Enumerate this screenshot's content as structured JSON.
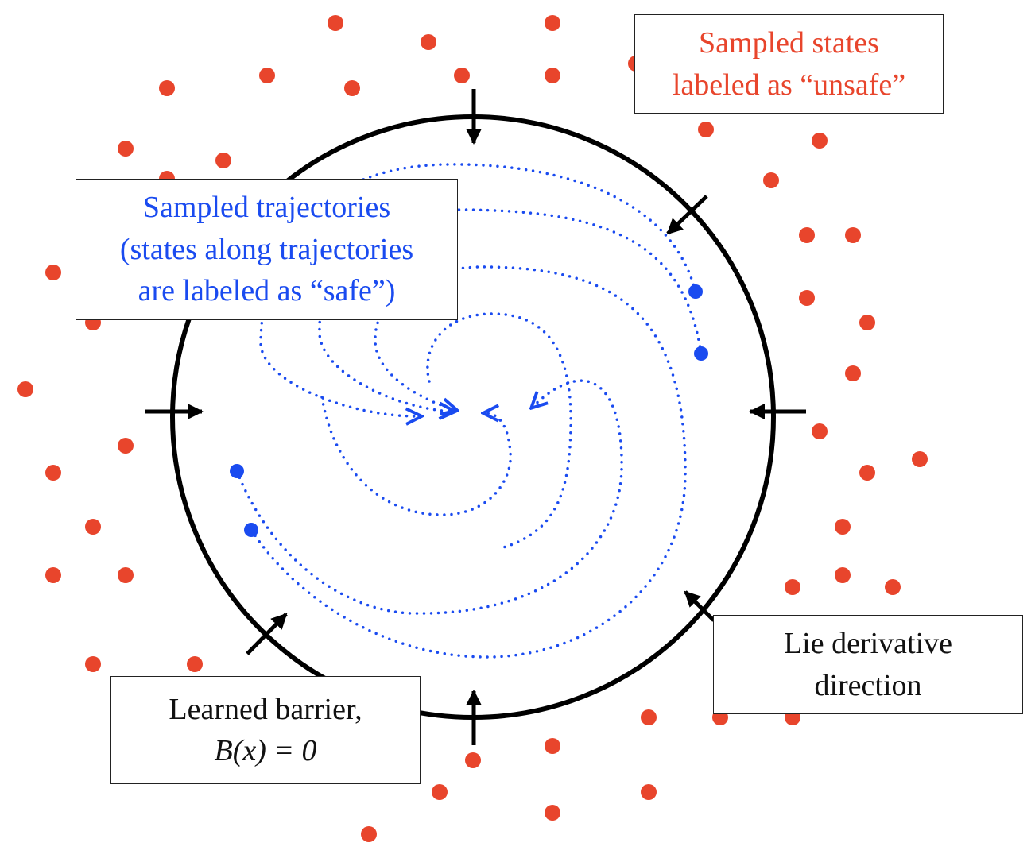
{
  "colors": {
    "unsafe_accent": "#e8452c",
    "safe_accent": "#1a4bf0",
    "barrier": "#000000",
    "text": "#111111"
  },
  "labels": {
    "unsafe": {
      "line1": "Sampled states",
      "line2": "labeled as “unsafe”"
    },
    "trajectories": {
      "line1": "Sampled trajectories",
      "line2": "(states along trajectories",
      "line3": "are labeled as “safe”)"
    },
    "lie": {
      "line1": "Lie derivative",
      "line2": "direction"
    },
    "barrier": {
      "line1": "Learned barrier,",
      "equation": "B(x) = 0"
    }
  }
}
